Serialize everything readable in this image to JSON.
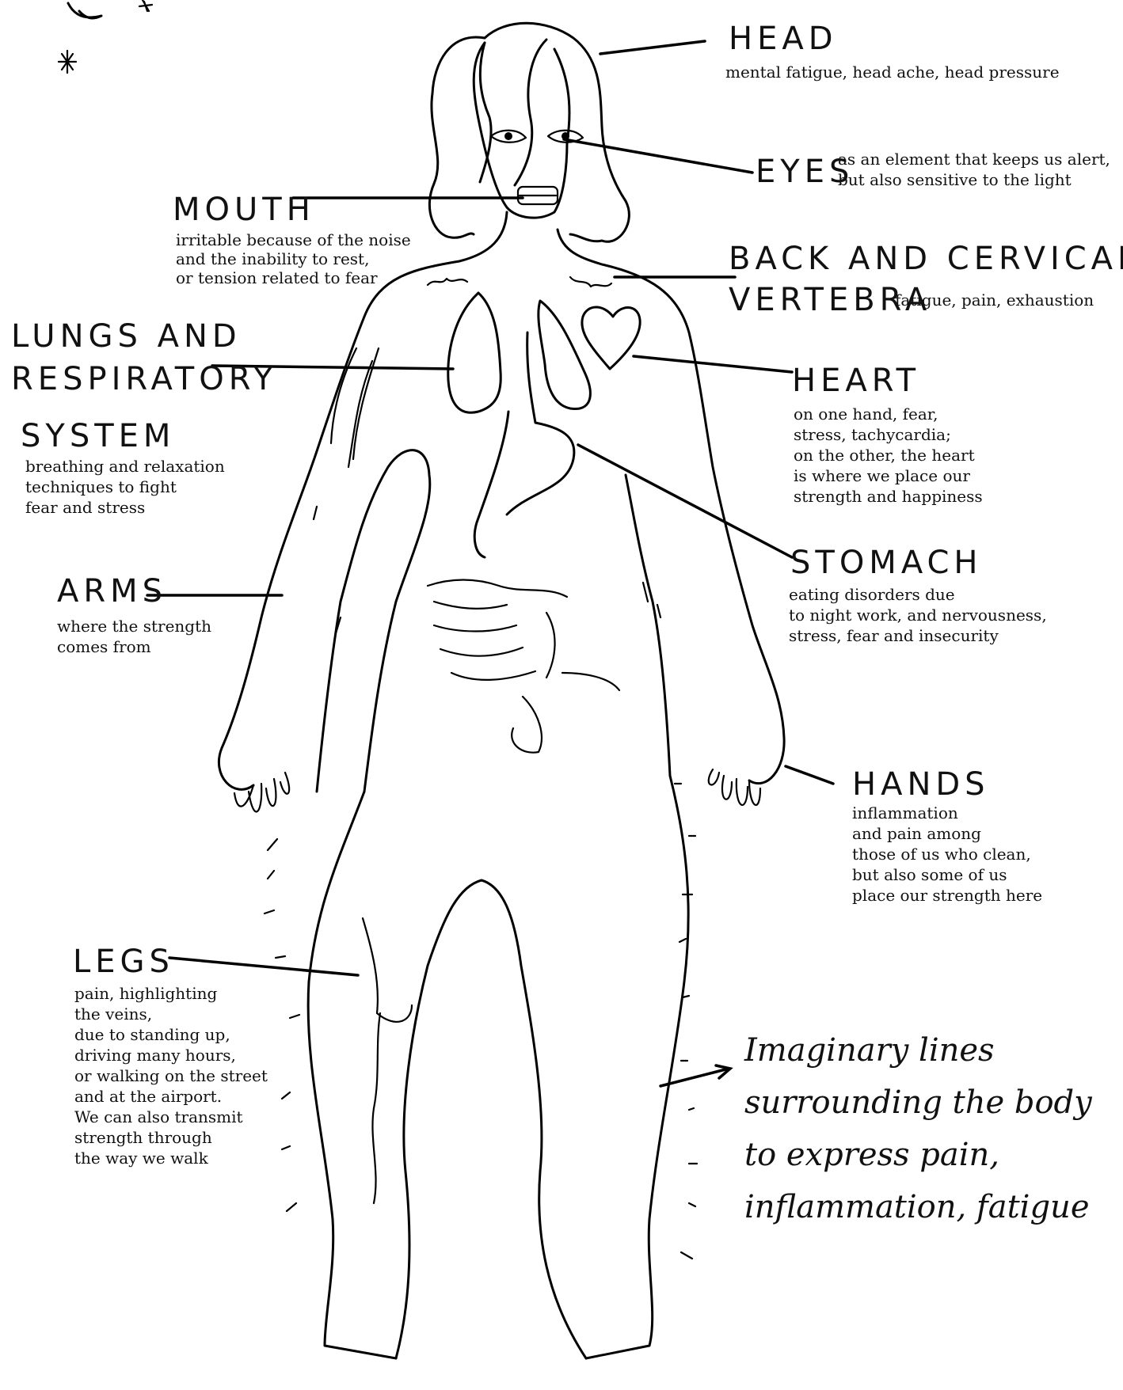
{
  "labels": [
    {
      "id": "head",
      "title": "HEAD",
      "lines": [
        "mental fatigue, head ache, head pressure"
      ]
    },
    {
      "id": "eyes",
      "title": "EYES",
      "lines": [
        "as an element that keeps us alert,",
        "but also sensitive to the light"
      ]
    },
    {
      "id": "mouth",
      "title": "MOUTH",
      "lines": [
        "irritable because of the noise",
        "and the inability to rest,",
        "or tension related to fear"
      ]
    },
    {
      "id": "back",
      "title": "BACK AND CERVICAL",
      "title2": "VERTEBRA",
      "lines": [
        "fatigue, pain, exhaustion"
      ]
    },
    {
      "id": "lungs",
      "title": "LUNGS AND",
      "title2": "RESPIRATORY",
      "title3": "SYSTEM",
      "lines": [
        "breathing and relaxation",
        "techniques to fight",
        "fear and stress"
      ]
    },
    {
      "id": "heart",
      "title": "HEART",
      "lines": [
        "on one hand, fear,",
        "stress, tachycardia;",
        "on the other, the heart",
        "is where we place our",
        "strength and happiness"
      ]
    },
    {
      "id": "stomach",
      "title": "STOMACH",
      "lines": [
        "eating disorders due",
        "to night work, and nervousness,",
        " stress, fear and insecurity"
      ]
    },
    {
      "id": "arms",
      "title": "ARMS",
      "lines": [
        "where the strength",
        "comes from"
      ]
    },
    {
      "id": "hands",
      "title": "HANDS",
      "lines": [
        "inflammation",
        "and pain among",
        "those of us who clean,",
        "but also some of us",
        " place our strength here"
      ]
    },
    {
      "id": "legs",
      "title": "LEGS",
      "lines": [
        "pain, highlighting",
        "the veins,",
        "due to standing up,",
        "driving many hours,",
        "or walking on the street",
        " and at the airport.",
        "We can also transmit",
        "strength through",
        "the way we walk"
      ]
    }
  ],
  "note": {
    "lines": [
      "Imaginary lines",
      "surrounding the body",
      "to express pain,",
      "inflammation, fatigue"
    ]
  },
  "colors": {
    "ink": "#000000",
    "background": "#ffffff"
  }
}
